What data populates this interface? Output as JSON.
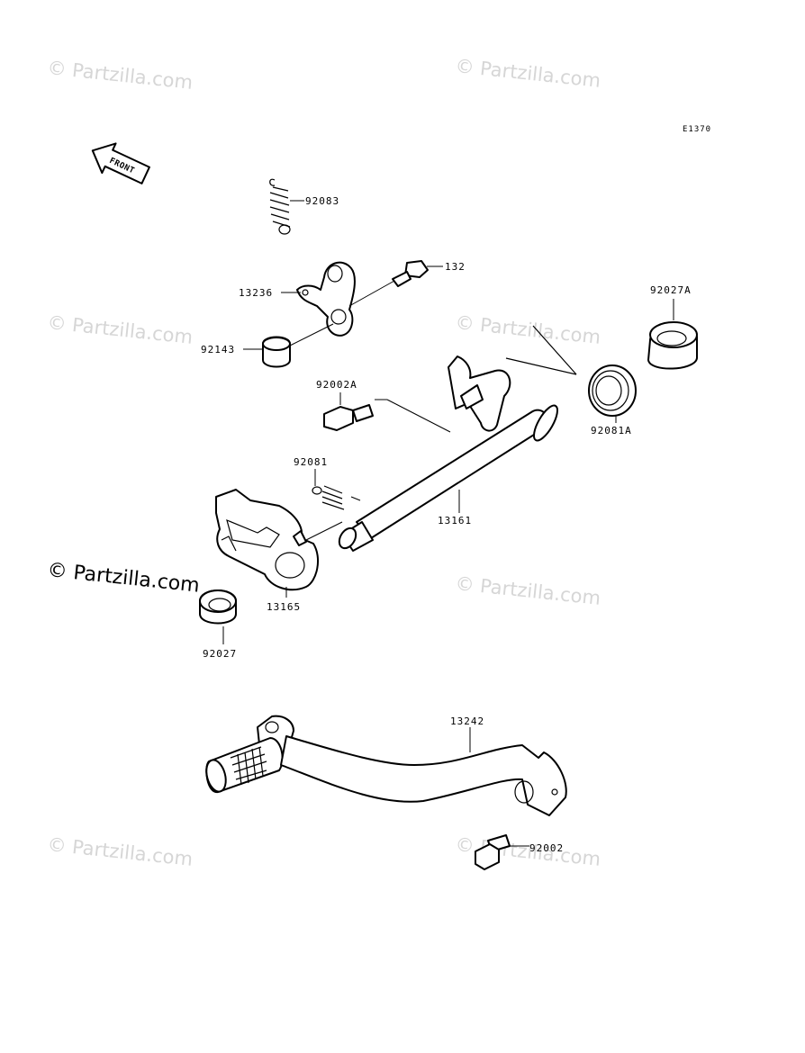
{
  "diagram_code": "E1370",
  "front_arrow": "FRONT",
  "watermarks": {
    "faded": "© Partzilla.com",
    "strong": "© Partzilla.com"
  },
  "parts": {
    "spring_top": "92083",
    "bolt_small": "132",
    "stopper_lever": "13236",
    "collar": "92143",
    "oil_seal_a": "92027A",
    "pin_bolt": "92002A",
    "return_spring": "92081A",
    "spring": "92081",
    "shift_shaft": "13161",
    "shift_plate": "13165",
    "oil_seal": "92027",
    "pedal": "13242",
    "pedal_bolt": "92002"
  },
  "colors": {
    "line": "#000000",
    "watermark": "#d6d6d6",
    "background": "#ffffff"
  }
}
